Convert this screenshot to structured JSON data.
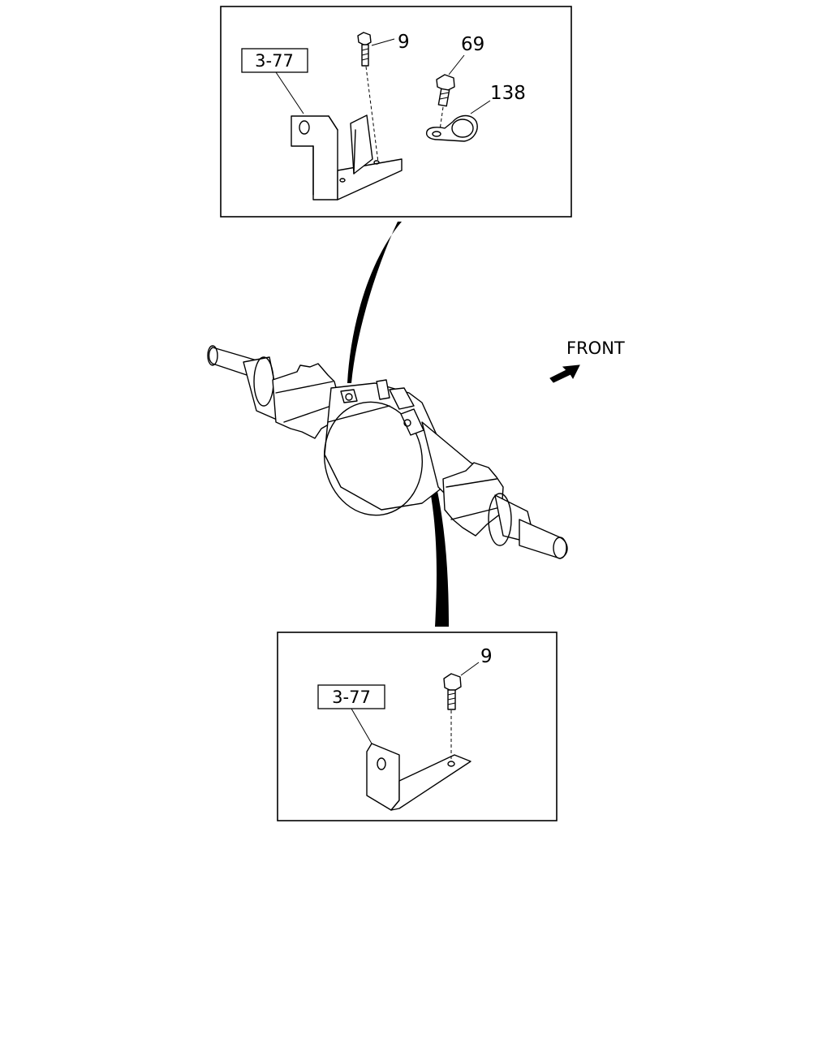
{
  "diagram": {
    "front_label": "FRONT",
    "upper_detail": {
      "ref_box": "3-77",
      "callouts": {
        "bolt": "9",
        "clip_bolt": "69",
        "clip": "138"
      }
    },
    "lower_detail": {
      "ref_box": "3-77",
      "callouts": {
        "bolt": "9"
      }
    }
  }
}
